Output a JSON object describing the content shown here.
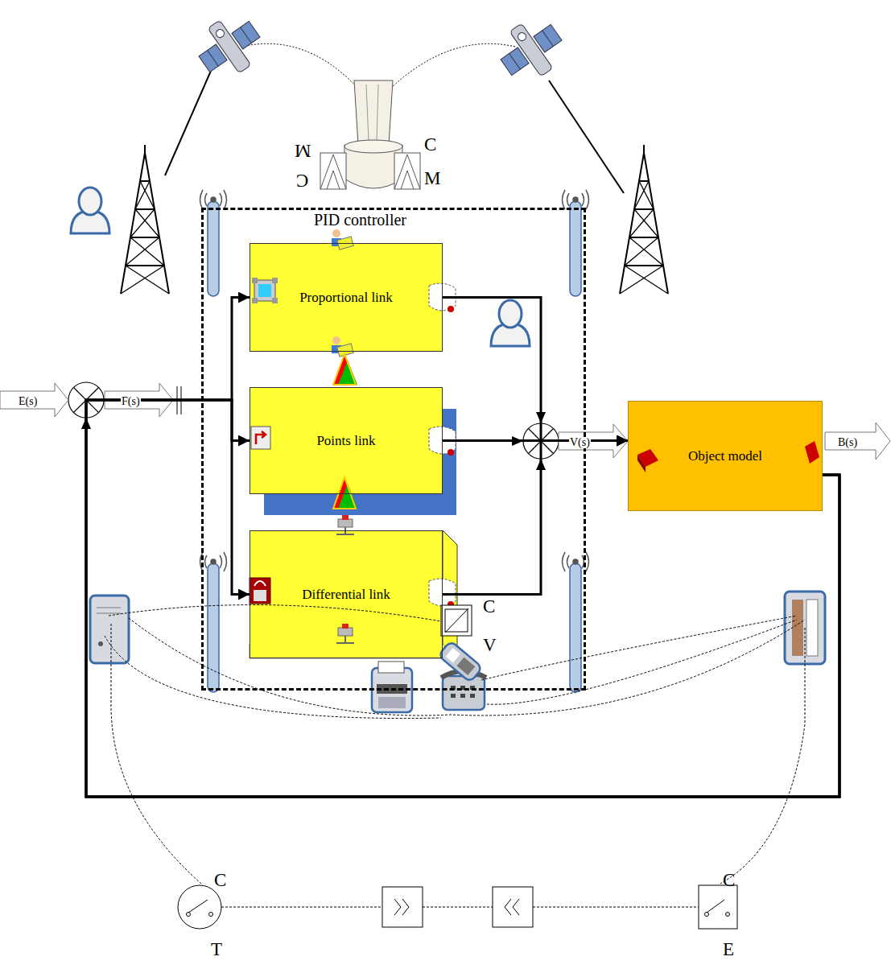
{
  "diagram": {
    "nodes": [
      {
        "text": [
          "PID controller"
        ]
      },
      {
        "text": [
          "Proportional link"
        ],
        "in": 0
      },
      {
        "text": [
          "Points link"
        ],
        "in": 0
      },
      {
        "text": [
          "Differential link"
        ],
        "in": 0
      },
      {
        "text": [
          "Object model"
        ]
      }
    ],
    "edges": [
      {
        "from": 1,
        "to": 4,
        "arrow": "to"
      },
      {
        "from": 2,
        "to": 4,
        "arrow": "to"
      },
      {
        "from": 3,
        "to": 4,
        "arrow": "to"
      },
      {
        "from": 4,
        "to": 1,
        "arrow": "to"
      },
      {
        "from": 4,
        "to": 2,
        "arrow": "to"
      },
      {
        "from": 4,
        "to": 3,
        "arrow": "to"
      }
    ],
    "labels": [
      "E(s)",
      "F(s)",
      "V(s)",
      "B(s)",
      "M",
      "C",
      "C",
      "M",
      "C",
      "V",
      "C",
      "T",
      "C",
      "E"
    ]
  }
}
